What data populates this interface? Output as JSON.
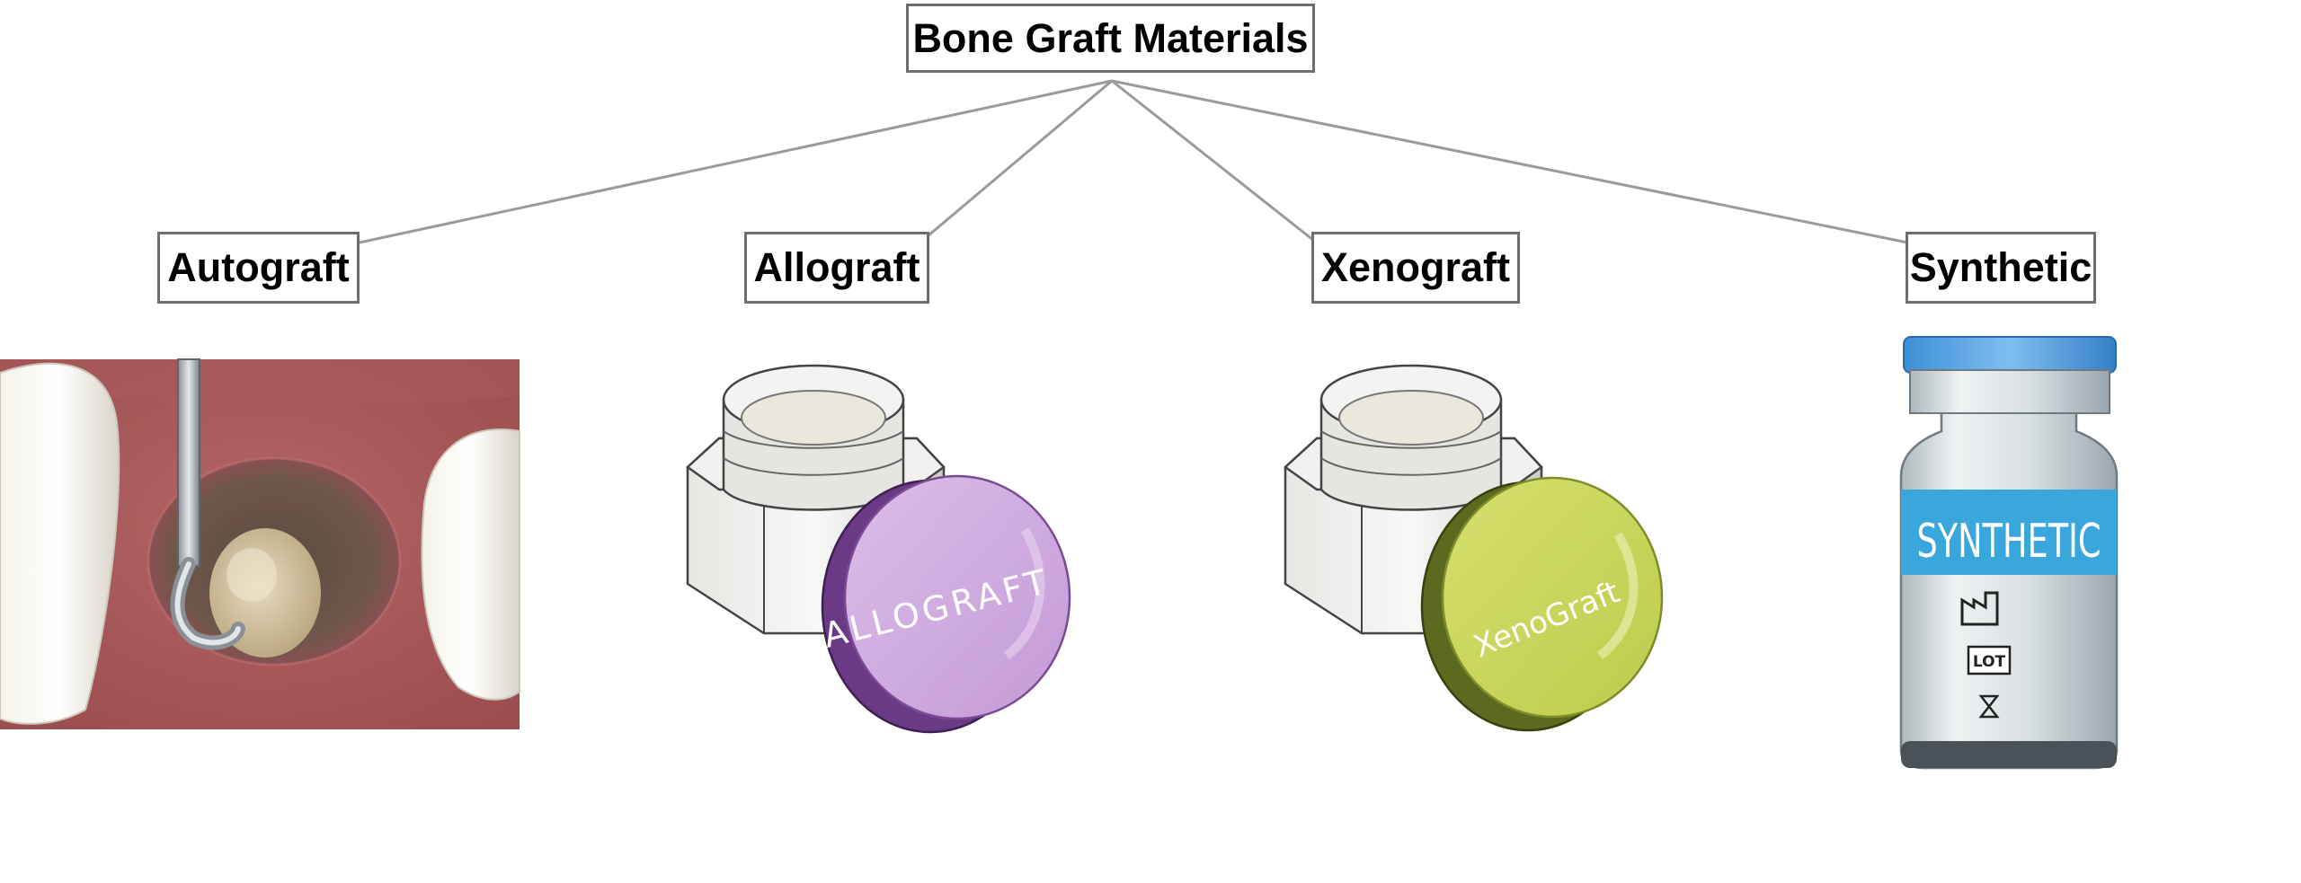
{
  "diagram": {
    "root": {
      "label": "Bone Graft Materials"
    },
    "branches": [
      {
        "id": "autograft",
        "label": "Autograft",
        "illustration": "dental-socket-with-graft-instrument"
      },
      {
        "id": "allograft",
        "label": "Allograft",
        "illustration": "jar-with-purple-lid",
        "lid_text": "ALLOGRAFT",
        "lid_color": "#c9a3dc"
      },
      {
        "id": "xenograft",
        "label": "Xenograft",
        "illustration": "jar-with-green-lid",
        "lid_text": "XenoGraft",
        "lid_color": "#c6d45a"
      },
      {
        "id": "synthetic",
        "label": "Synthetic",
        "illustration": "vial-with-blue-label",
        "vial_text": "SYNTHETIC",
        "lot_text": "LOT",
        "label_color": "#3aa7dc"
      }
    ],
    "connector_color": "#9a9a9a"
  }
}
